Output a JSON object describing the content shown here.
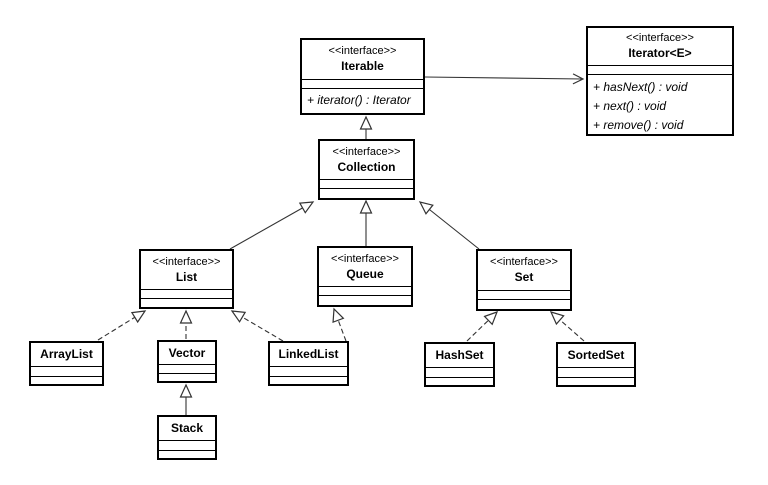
{
  "colors": {
    "background": "#ffffff",
    "line": "#000000"
  },
  "classes": [
    {
      "name": "Iterable",
      "stereotype": "<<interface>>",
      "methods": [
        "+ iterator() : Iterator"
      ]
    },
    {
      "name": "Iterator<E>",
      "stereotype": "<<interface>>",
      "methods": [
        "+ hasNext() : void",
        "+ next() : void",
        "+ remove() : void"
      ]
    },
    {
      "name": "Collection",
      "stereotype": "<<interface>>",
      "methods": []
    },
    {
      "name": "List",
      "stereotype": "<<interface>>",
      "methods": []
    },
    {
      "name": "Queue",
      "stereotype": "<<interface>>",
      "methods": []
    },
    {
      "name": "Set",
      "stereotype": "<<interface>>",
      "methods": []
    },
    {
      "name": "ArrayList",
      "stereotype": "",
      "methods": []
    },
    {
      "name": "Vector",
      "stereotype": "",
      "methods": []
    },
    {
      "name": "LinkedList",
      "stereotype": "",
      "methods": []
    },
    {
      "name": "Stack",
      "stereotype": "",
      "methods": []
    },
    {
      "name": "HashSet",
      "stereotype": "",
      "methods": []
    },
    {
      "name": "SortedSet",
      "stereotype": "",
      "methods": []
    }
  ],
  "relationships": [
    {
      "from": "Collection",
      "to": "Iterable",
      "type": "extends",
      "line": "solid-hollow-triangle"
    },
    {
      "from": "Iterable",
      "to": "Iterator<E>",
      "type": "association",
      "line": "solid-open-arrow"
    },
    {
      "from": "List",
      "to": "Collection",
      "type": "extends",
      "line": "solid-hollow-triangle"
    },
    {
      "from": "Queue",
      "to": "Collection",
      "type": "extends",
      "line": "solid-hollow-triangle"
    },
    {
      "from": "Set",
      "to": "Collection",
      "type": "extends",
      "line": "solid-hollow-triangle"
    },
    {
      "from": "ArrayList",
      "to": "List",
      "type": "implements",
      "line": "dashed-hollow-triangle"
    },
    {
      "from": "Vector",
      "to": "List",
      "type": "implements",
      "line": "dashed-hollow-triangle"
    },
    {
      "from": "LinkedList",
      "to": "List",
      "type": "implements",
      "line": "dashed-hollow-triangle"
    },
    {
      "from": "LinkedList",
      "to": "Queue",
      "type": "implements",
      "line": "dashed-hollow-triangle"
    },
    {
      "from": "Stack",
      "to": "Vector",
      "type": "extends",
      "line": "solid-hollow-triangle"
    },
    {
      "from": "HashSet",
      "to": "Set",
      "type": "implements",
      "line": "dashed-hollow-triangle"
    },
    {
      "from": "SortedSet",
      "to": "Set",
      "type": "implements",
      "line": "dashed-hollow-triangle"
    }
  ]
}
